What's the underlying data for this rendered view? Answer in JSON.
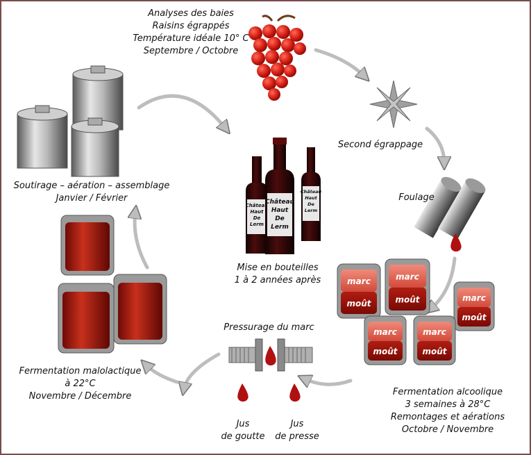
{
  "steps": {
    "analyses": [
      "Analyses des baies",
      "Raisins égrappés",
      "Température idéale 10° C",
      "Septembre / Octobre"
    ],
    "second_egrappage": "Second égrappage",
    "foulage": "Foulage",
    "fermentation_alcoolique": [
      "Fermentation alcoolique",
      "3 semaines à 28°C",
      "Remontages et aérations",
      "Octobre / Novembre"
    ],
    "pressurage": "Pressurage du marc",
    "jus_goutte": [
      "Jus",
      "de goutte"
    ],
    "jus_presse": [
      "Jus",
      "de presse"
    ],
    "fermentation_malolactique": [
      "Fermentation malolactique",
      "à 22°C",
      "Novembre / Décembre"
    ],
    "soutirage": [
      "Soutirage – aération – assemblage",
      "Janvier / Février"
    ],
    "mise_en_bouteilles": [
      "Mise en bouteilles",
      "1 à 2 années après"
    ]
  },
  "tank_labels": {
    "top": "marc",
    "bottom": "moût"
  },
  "bottle_labels": {
    "small": [
      "Château",
      "Haut",
      "De",
      "Lerm"
    ],
    "large": [
      "Château",
      "Haut",
      "De",
      "Lerm"
    ]
  },
  "colors": {
    "wine": "#b01010",
    "border": "#7a4a4a",
    "arrow": "#bdbdbd"
  }
}
